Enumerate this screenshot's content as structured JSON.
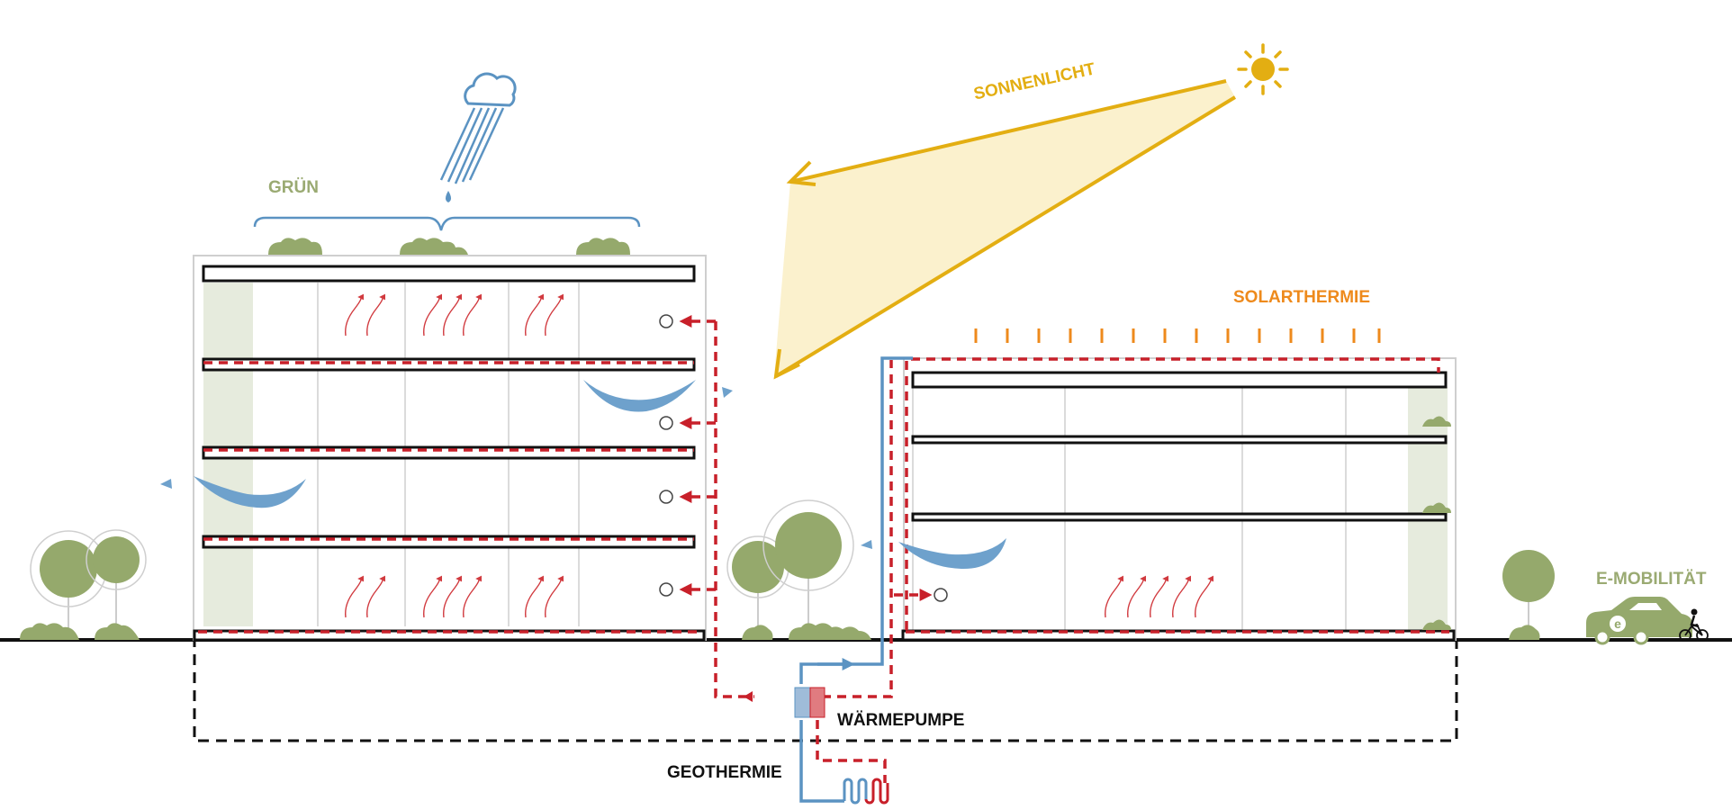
{
  "labels": {
    "gruen": "GRÜN",
    "sonnenlicht": "SONNENLICHT",
    "solarthermie": "SOLARTHERMIE",
    "e_mobilitaet": "E-MOBILITÄT",
    "waermepumpe": "WÄRMEPUMPE",
    "geothermie": "GEOTHERMIE"
  },
  "colors": {
    "green_label": "#9aaa72",
    "sun": "#e3ae12",
    "solar": "#ee8a1c",
    "heat": "#c8202a",
    "water": "#5b93c2",
    "ink": "#111111",
    "vegetation": "#95a96c",
    "green_facade": "#e6ebdd",
    "sun_beam": "#fbf1cd",
    "grid": "#cfcfcf"
  },
  "icons": [
    "cloud-icon",
    "sun-icon",
    "car-icon",
    "bicycle-icon",
    "tree-icon",
    "shrub-icon",
    "heat-pump-icon",
    "geothermal-coil-icon"
  ]
}
